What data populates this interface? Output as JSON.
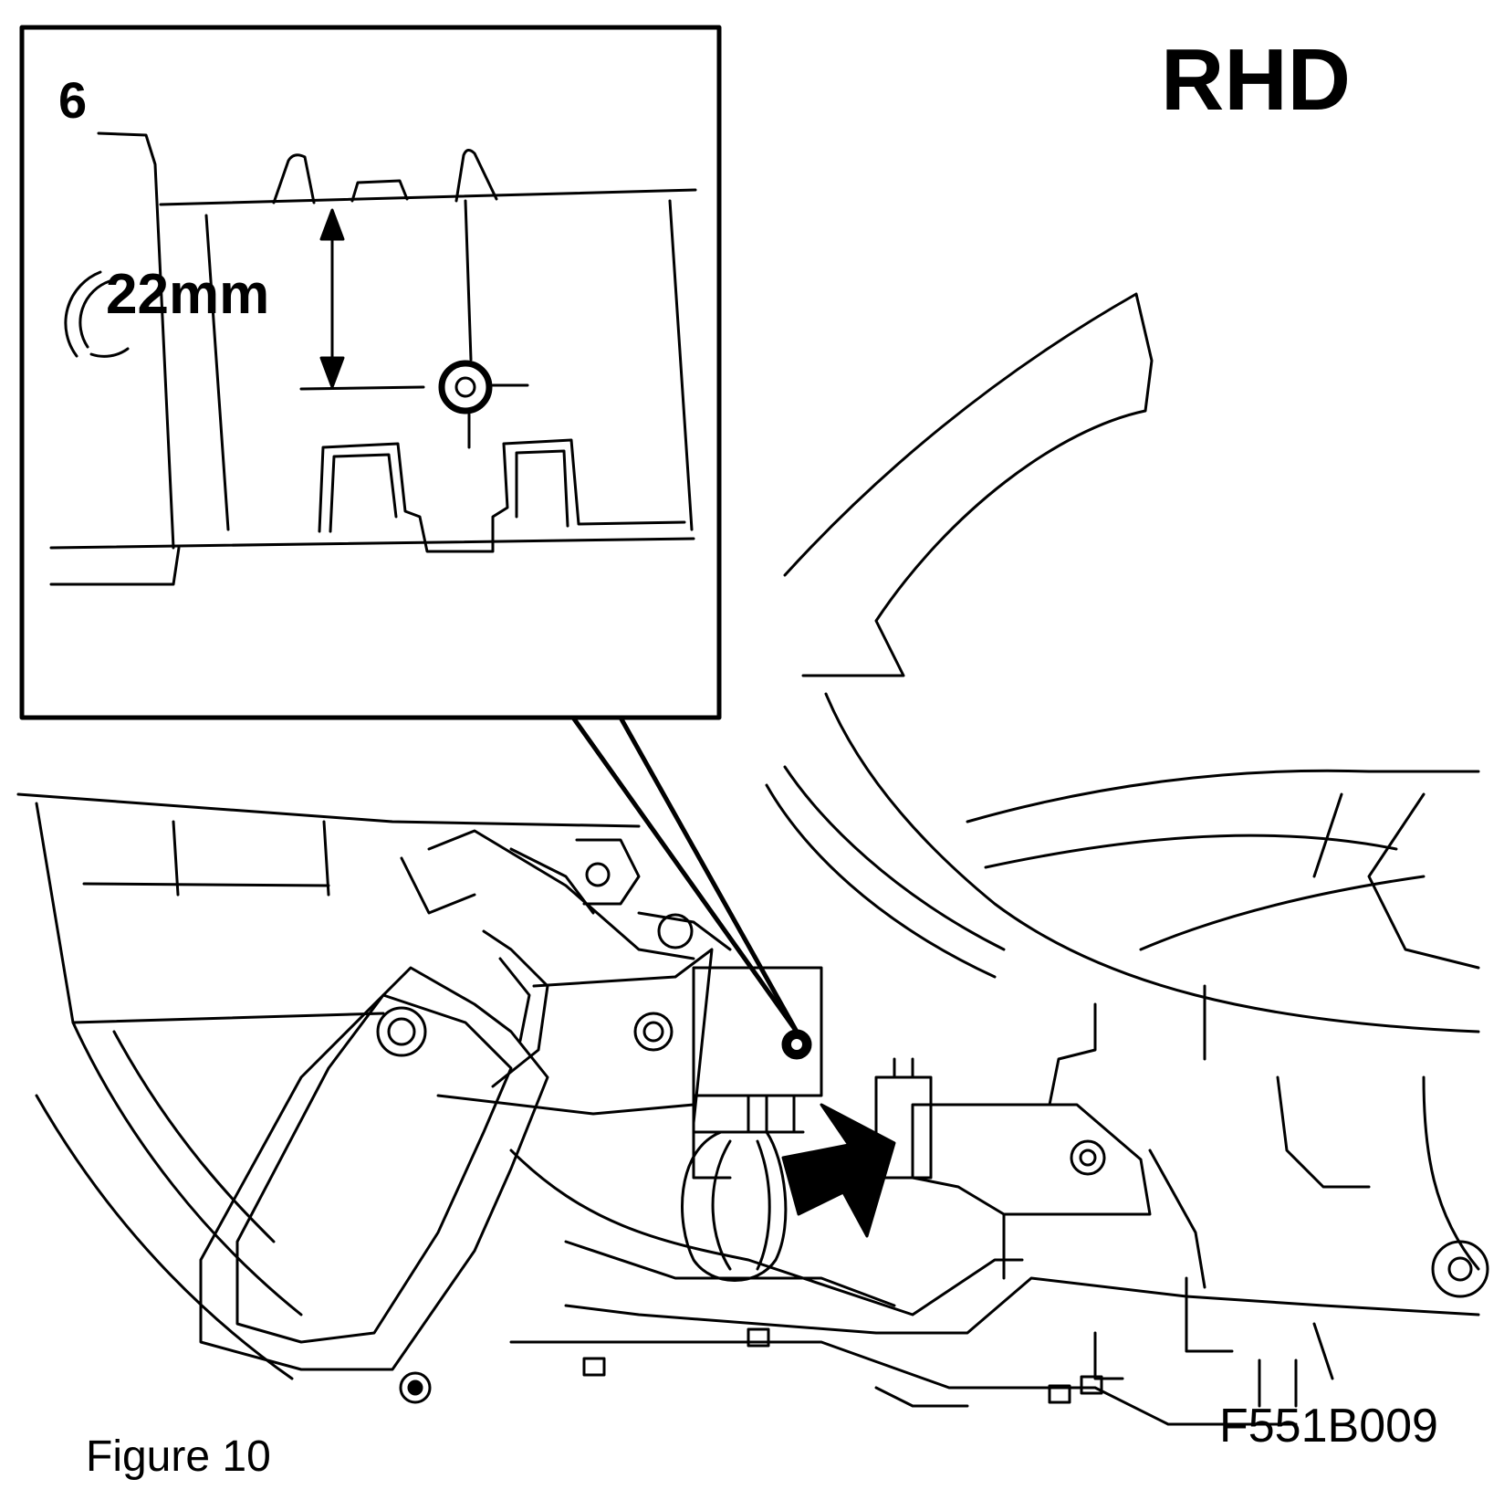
{
  "figure": {
    "view_label": "RHD",
    "callout_number": "6",
    "dimension": "22mm",
    "caption": "Figure 10",
    "code": "F551B009"
  },
  "colors": {
    "ink": "#000000",
    "paper": "#ffffff"
  },
  "icons": [
    "detail-inset",
    "bolt-icon",
    "direction-arrow",
    "dimension-arrow",
    "screw-icon"
  ]
}
